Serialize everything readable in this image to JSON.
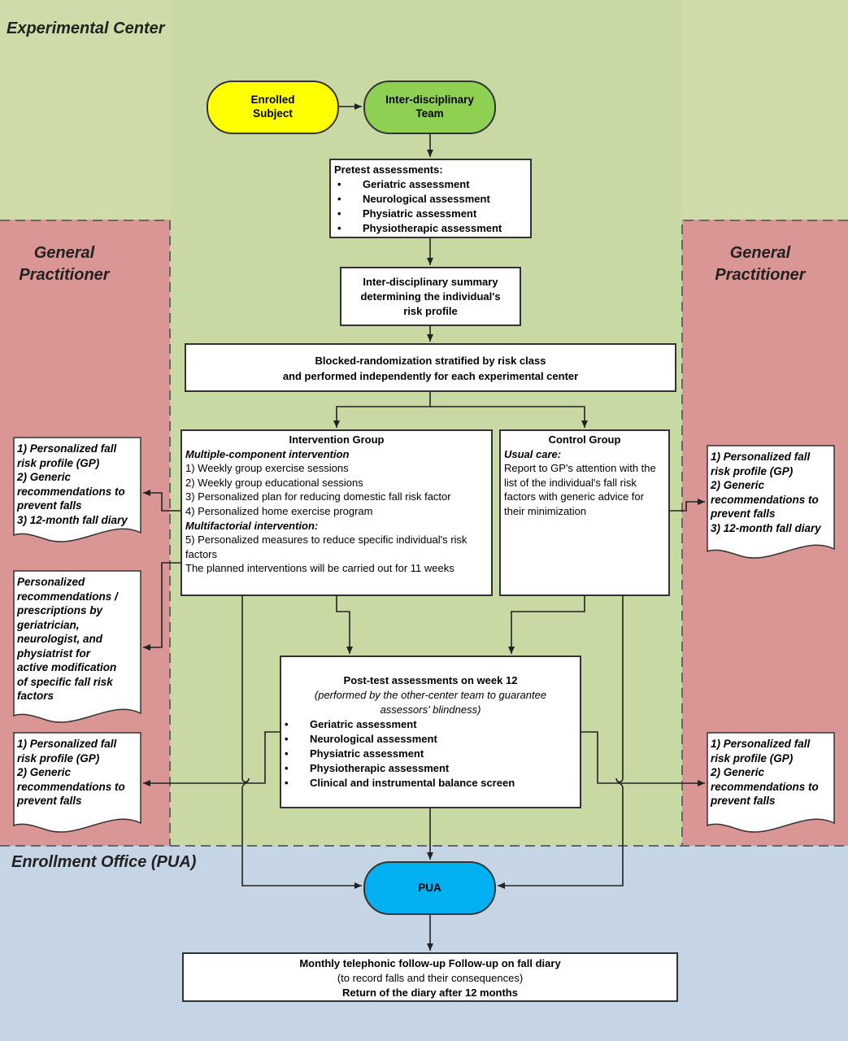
{
  "zones": {
    "experimental_center": "Experimental Center",
    "general_practitioner_left": [
      "General",
      "Practitioner"
    ],
    "general_practitioner_right": [
      "General",
      "Practitioner"
    ],
    "enrollment_office": "Enrollment Office (PUA)"
  },
  "nodes": {
    "enrolled_subject": [
      "Enrolled",
      "Subject"
    ],
    "interdisciplinary_team": [
      "Inter-disciplinary",
      "Team"
    ],
    "pretest": {
      "title": "Pretest assessments:",
      "items": [
        "Geriatric assessment",
        "Neurological assessment",
        "Physiatric assessment",
        "Physiotherapic assessment"
      ]
    },
    "summary": [
      "Inter-disciplinary summary",
      "determining the individual's",
      "risk profile"
    ],
    "randomization": [
      "Blocked-randomization stratified by risk class",
      "and performed independently for each experimental center"
    ],
    "intervention": {
      "title": "Intervention Group",
      "multi_heading": "Multiple-component intervention",
      "multi_items": [
        "1) Weekly group exercise sessions",
        "2) Weekly group educational sessions",
        "3) Personalized plan for reducing domestic fall risk factor",
        "4) Personalized home exercise program"
      ],
      "multifactorial_heading": "Multifactorial intervention:",
      "multifactorial_item": "5) Personalized measures to reduce specific individual's risk factors",
      "note": "The planned interventions will be carried out for 11 weeks"
    },
    "control": {
      "title": "Control Group",
      "heading": "Usual care:",
      "text": "Report to GP's attention with the list of the individual's fall risk factors with generic advice for their minimization"
    },
    "posttest": {
      "title": "Post-test assessments on week 12",
      "subtitle": "(performed by the other-center team to guarantee assessors' blindness)",
      "items": [
        "Geriatric assessment",
        "Neurological assessment",
        "Physiatric assessment",
        "Physiotherapic assessment",
        "Clinical and instrumental balance screen"
      ]
    },
    "pua": "PUA",
    "followup": {
      "line1": "Monthly telephonic follow-up Follow-up on fall diary",
      "line2": "(to record falls and their consequences)",
      "line3": "Return of the diary after 12 months"
    }
  },
  "documents": {
    "left_1": [
      "1) Personalized fall",
      "risk profile (GP)",
      "2) Generic",
      "recommendations to",
      "prevent falls",
      "3) 12-month fall diary"
    ],
    "left_2": [
      "Personalized",
      "recommendations /",
      "prescriptions by",
      "geriatrician,",
      "neurologist, and",
      "physiatrist for",
      "active modification",
      "of specific fall risk",
      "factors"
    ],
    "left_3": [
      "1) Personalized fall",
      "risk profile (GP)",
      "2) Generic",
      "recommendations to",
      "prevent falls"
    ],
    "right_1": [
      "1) Personalized fall",
      "risk profile (GP)",
      "2) Generic",
      "recommendations to",
      "prevent falls",
      "3) 12-month fall diary"
    ],
    "right_2": [
      "1) Personalized fall",
      "risk profile (GP)",
      "2) Generic",
      "recommendations to",
      "prevent falls"
    ]
  },
  "colors": {
    "experimental_center": "#cfdcaa",
    "experimental_center_inner": "#c9d9a4",
    "general_practitioner": "#d99694",
    "enrollment_office": "#c5d5e6",
    "enrolled_subject": "#ffff00",
    "interdisciplinary_team": "#8ed152",
    "pua": "#00b0f0"
  }
}
